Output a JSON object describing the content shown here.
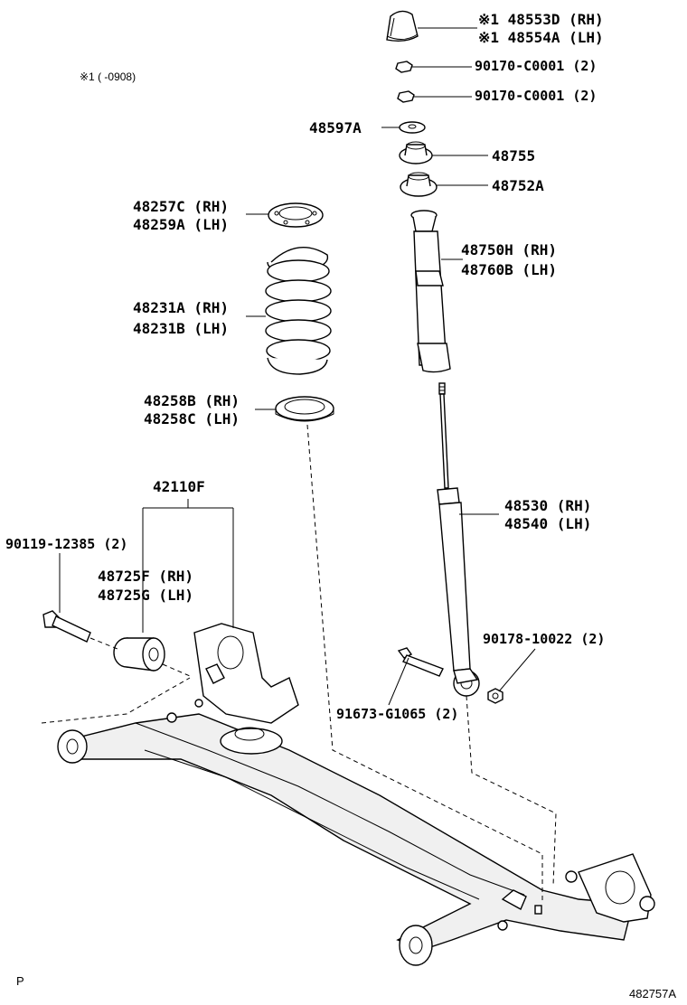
{
  "note": "※1 (       -0908)",
  "footer": {
    "left": "P",
    "right": "482757A"
  },
  "labels": [
    {
      "id": "p48553d",
      "text": "※1 48553D (RH)"
    },
    {
      "id": "p48554a",
      "text": "※1 48554A (LH)"
    },
    {
      "id": "p90170a",
      "text": "90170-C0001 (2)"
    },
    {
      "id": "p90170b",
      "text": "90170-C0001 (2)"
    },
    {
      "id": "p48597a",
      "text": "48597A"
    },
    {
      "id": "p48755",
      "text": "48755"
    },
    {
      "id": "p48752a",
      "text": "48752A"
    },
    {
      "id": "p48257c",
      "text": "48257C (RH)"
    },
    {
      "id": "p48259a",
      "text": "48259A (LH)"
    },
    {
      "id": "p48750h",
      "text": "48750H (RH)"
    },
    {
      "id": "p48760b",
      "text": "48760B (LH)"
    },
    {
      "id": "p48231a",
      "text": "48231A (RH)"
    },
    {
      "id": "p48231b",
      "text": "48231B (LH)"
    },
    {
      "id": "p48258b",
      "text": "48258B (RH)"
    },
    {
      "id": "p48258c",
      "text": "48258C (LH)"
    },
    {
      "id": "p42110f",
      "text": "42110F"
    },
    {
      "id": "p48530",
      "text": "48530 (RH)"
    },
    {
      "id": "p48540",
      "text": "48540 (LH)"
    },
    {
      "id": "p90119",
      "text": "90119-12385 (2)"
    },
    {
      "id": "p48725f",
      "text": "48725F (RH)"
    },
    {
      "id": "p48725g",
      "text": "48725G (LH)"
    },
    {
      "id": "p90178",
      "text": "90178-10022 (2)"
    },
    {
      "id": "p91673",
      "text": "91673-G1065 (2)"
    }
  ]
}
